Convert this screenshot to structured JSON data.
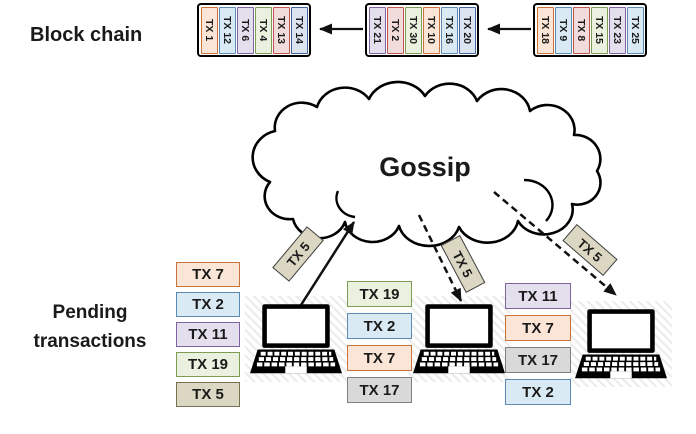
{
  "palette": {
    "peach": {
      "fill": "#FBE5D6",
      "border": "#C9733A"
    },
    "blue": {
      "fill": "#DAEAF4",
      "border": "#5B8AB5"
    },
    "periwinkle": {
      "fill": "#DCE4F2",
      "border": "#46629B"
    },
    "lavender": {
      "fill": "#E4DFEC",
      "border": "#8064A2"
    },
    "green": {
      "fill": "#EAF1DE",
      "border": "#7E9C52"
    },
    "pink": {
      "fill": "#F2DCDB",
      "border": "#BC564F"
    },
    "gray": {
      "fill": "#D9D9D9",
      "border": "#808080"
    },
    "tan": {
      "fill": "#DBD7C3",
      "border": "#76714F"
    },
    "tag": {
      "fill": "#DBD7C3",
      "border": "#404040"
    }
  },
  "blockchain": {
    "label": "Block chain",
    "blocks": [
      {
        "txs": [
          {
            "id": "TX 1",
            "color": "peach"
          },
          {
            "id": "TX 12",
            "color": "blue"
          },
          {
            "id": "TX 6",
            "color": "lavender"
          },
          {
            "id": "TX 4",
            "color": "green"
          },
          {
            "id": "TX 13",
            "color": "pink"
          },
          {
            "id": "TX 14",
            "color": "periwinkle"
          }
        ]
      },
      {
        "txs": [
          {
            "id": "TX 21",
            "color": "lavender"
          },
          {
            "id": "TX 2",
            "color": "pink"
          },
          {
            "id": "TX 30",
            "color": "green"
          },
          {
            "id": "TX 10",
            "color": "peach"
          },
          {
            "id": "TX 16",
            "color": "blue"
          },
          {
            "id": "TX 20",
            "color": "periwinkle"
          }
        ]
      },
      {
        "txs": [
          {
            "id": "TX 18",
            "color": "peach"
          },
          {
            "id": "TX 9",
            "color": "blue"
          },
          {
            "id": "TX 8",
            "color": "pink"
          },
          {
            "id": "TX 15",
            "color": "green"
          },
          {
            "id": "TX 23",
            "color": "lavender"
          },
          {
            "id": "TX 25",
            "color": "blue"
          }
        ]
      }
    ]
  },
  "network": {
    "cloud_label": "Gossip",
    "arrow_labels": [
      {
        "text": "TX 5",
        "color": "tag"
      },
      {
        "text": "TX 5",
        "color": "tag"
      },
      {
        "text": "TX 5",
        "color": "tag"
      }
    ]
  },
  "pending": {
    "label": "Pending transactions",
    "lists": [
      {
        "txs": [
          {
            "id": "TX 7",
            "color": "peach"
          },
          {
            "id": "TX 2",
            "color": "blue"
          },
          {
            "id": "TX 11",
            "color": "lavender"
          },
          {
            "id": "TX 19",
            "color": "green"
          },
          {
            "id": "TX 5",
            "color": "tan"
          }
        ]
      },
      {
        "txs": [
          {
            "id": "TX 19",
            "color": "green"
          },
          {
            "id": "TX 2",
            "color": "blue"
          },
          {
            "id": "TX 7",
            "color": "peach"
          },
          {
            "id": "TX 17",
            "color": "gray"
          }
        ]
      },
      {
        "txs": [
          {
            "id": "TX 11",
            "color": "lavender"
          },
          {
            "id": "TX 7",
            "color": "peach"
          },
          {
            "id": "TX 17",
            "color": "gray"
          },
          {
            "id": "TX 2",
            "color": "blue"
          }
        ]
      }
    ]
  }
}
